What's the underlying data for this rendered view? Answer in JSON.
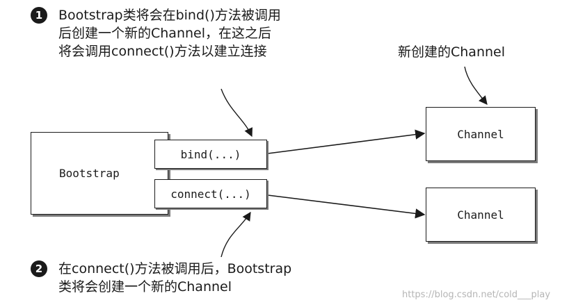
{
  "annotations": {
    "note1": {
      "badge": "1",
      "lines": [
        "Bootstrap类将会在bind()方法被调用",
        "后创建一个新的Channel，在这之后",
        "将会调用connect()方法以建立连接"
      ]
    },
    "note2": {
      "badge": "2",
      "lines": [
        "在connect()方法被调用后，Bootstrap",
        "类将会创建一个新的Channel"
      ]
    },
    "new_channel_label": "新创建的Channel"
  },
  "nodes": {
    "bootstrap": "Bootstrap",
    "bind_method": "bind(...)",
    "connect_method": "connect(...)",
    "channel_top": "Channel",
    "channel_bottom": "Channel"
  },
  "watermark": "https://blog.csdn.net/cold___play",
  "colors": {
    "ink": "#1a1a1a",
    "shadow": "#7a7a7a",
    "watermark": "#b5b5b5",
    "background": "#ffffff"
  }
}
